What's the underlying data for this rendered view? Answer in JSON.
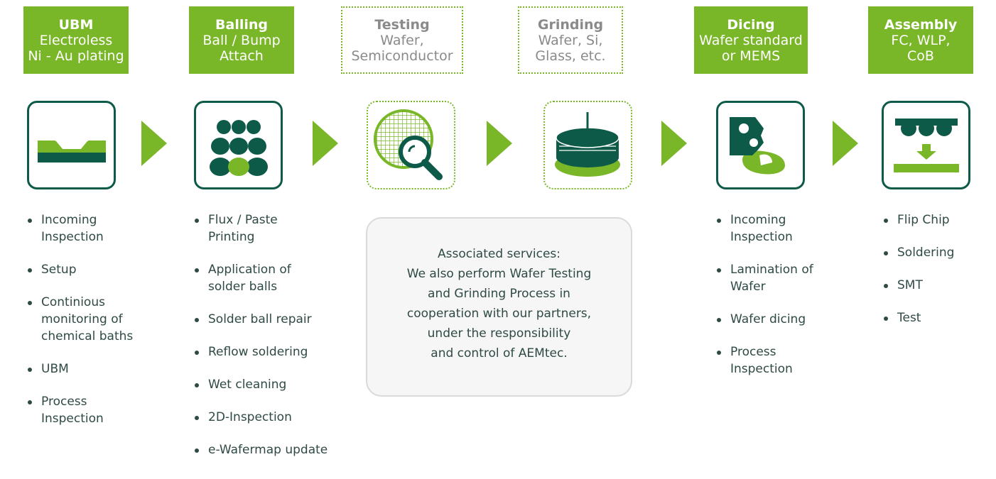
{
  "steps": [
    {
      "title": "UBM",
      "sub1": "Electroless",
      "sub2": "Ni - Au plating",
      "style": "solid",
      "icon": "ubm-plating-icon",
      "items": [
        "Incoming\nInspection",
        "Setup",
        "Continious\nmonitoring of\nchemical baths",
        "UBM",
        "Process\nInspection"
      ]
    },
    {
      "title": "Balling",
      "sub1": "Ball / Bump",
      "sub2": "Attach",
      "style": "solid",
      "icon": "solder-balls-icon",
      "items": [
        "Flux / Paste\nPrinting",
        "Application of\nsolder balls",
        "Solder ball repair",
        "Reflow soldering",
        "Wet cleaning",
        "2D-Inspection",
        "e-Wafermap update"
      ]
    },
    {
      "title": "Testing",
      "sub1": "Wafer,",
      "sub2": "Semiconductor",
      "style": "dotted",
      "icon": "wafer-magnifier-icon",
      "items": []
    },
    {
      "title": "Grinding",
      "sub1": "Wafer, Si,",
      "sub2": "Glass, etc.",
      "style": "dotted",
      "icon": "grinding-disc-icon",
      "items": []
    },
    {
      "title": "Dicing",
      "sub1": "Wafer standard",
      "sub2": "or MEMS",
      "style": "solid",
      "icon": "dicing-saw-icon",
      "items": [
        "Incoming\nInspection",
        "Lamination of\nWafer",
        "Wafer dicing",
        "Process\nInspection"
      ]
    },
    {
      "title": "Assembly",
      "sub1": "FC, WLP,",
      "sub2": "CoB",
      "style": "solid",
      "icon": "flip-chip-assembly-icon",
      "items": [
        "Flip Chip",
        "Soldering",
        "SMT",
        "Test"
      ]
    }
  ],
  "associated": {
    "title": "Associated services:",
    "lines": [
      "We also perform Wafer Testing",
      "and Grinding Process in",
      "cooperation with our partners,",
      "under the responsibility",
      "and control of AEMtec."
    ]
  },
  "colors": {
    "green": "#7ab728",
    "dark": "#0e5a49",
    "text": "#2f4a45",
    "grey": "#8a8a8a"
  }
}
